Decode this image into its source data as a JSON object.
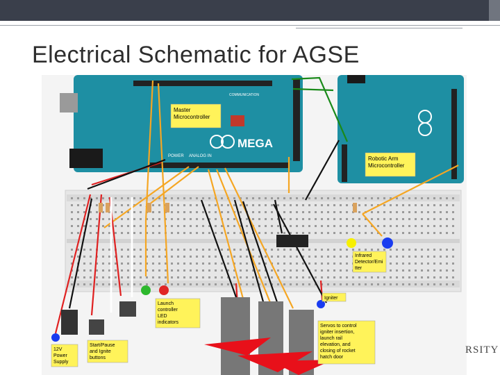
{
  "slide": {
    "title": "Electrical Schematic for AGSE",
    "footer_logo_text": "RSITY"
  },
  "boards": {
    "master": {
      "label_line1": "Master",
      "label_line2": "Microcontroller",
      "brand_text": "MEGA",
      "power_text": "POWER",
      "analog_text": "ANALOG IN",
      "communication_text": "COMMUNICATION"
    },
    "robotic": {
      "label_line1": "Robotic Arm",
      "label_line2": "Microcontroller"
    }
  },
  "labels": {
    "infrared": [
      "Infrared",
      "Detector/Emi",
      "tter"
    ],
    "igniter": "Igniter",
    "servos": [
      "Servos to control",
      "igniter insertion,",
      "launch rail",
      "elevation, and",
      "closing of rocket",
      "hatch door"
    ],
    "led_indicators": [
      "Launch",
      "controller",
      "LED",
      "indicators"
    ],
    "buttons": [
      "Start/Pause",
      "and Ignite",
      "buttons"
    ],
    "power_supply": [
      "12V",
      "Power",
      "Supply"
    ]
  },
  "colors": {
    "board": "#1e8fa3",
    "breadboard": "#e6e6e6",
    "label_bg": "#fff35a",
    "wire_orange": "#f5a623",
    "wire_red": "#e02020",
    "wire_black": "#111111",
    "wire_green": "#1a8a1a",
    "servo_horn": "#e8101a",
    "led_green": "#2db82d",
    "led_red": "#e02525",
    "led_yellow": "#f7f000",
    "led_blue": "#1a3cf0"
  }
}
